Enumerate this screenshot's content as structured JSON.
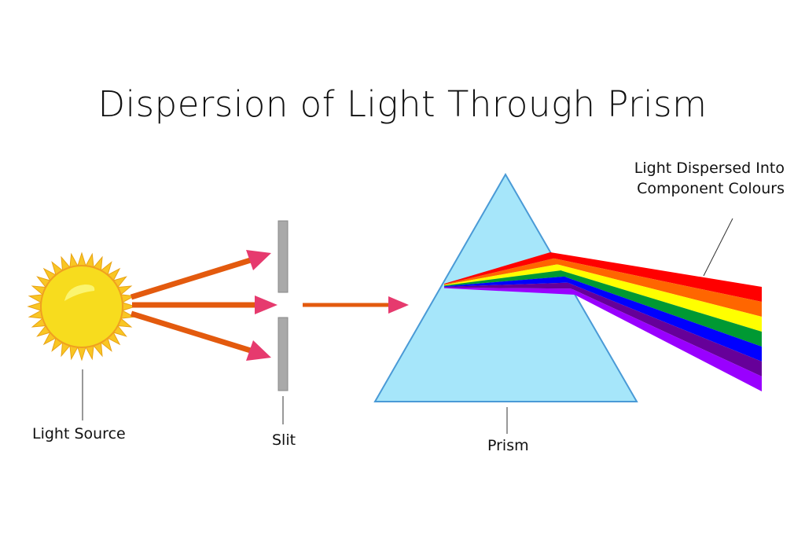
{
  "title": "Dispersion of Light Through Prism",
  "labels": {
    "light_source": "Light Source",
    "slit": "Slit",
    "prism": "Prism",
    "dispersed_line1": "Light Dispersed Into",
    "dispersed_line2": "Component Colours"
  },
  "colors": {
    "ray": "#e35a0e",
    "arrowhead": "#e63a6e",
    "prism": "#a6e6fa",
    "prism_edge": "#4a9ad6",
    "slit": "#a9a9a9",
    "sun": "#f7dc1e",
    "spectrum": [
      "#ff0000",
      "#ff6600",
      "#ffff00",
      "#009933",
      "#0000ff",
      "#660099",
      "#9900ff"
    ]
  }
}
